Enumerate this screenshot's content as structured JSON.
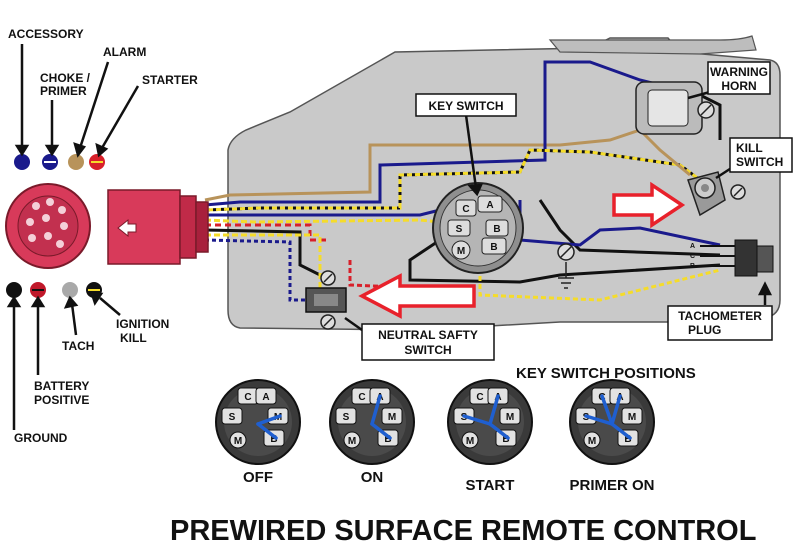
{
  "title": "PREWIRED SURFACE REMOTE CONTROL",
  "connector_labels": {
    "accessory": "ACCESSORY",
    "choke_primer_line1": "CHOKE /",
    "choke_primer_line2": "PRIMER",
    "alarm": "ALARM",
    "starter": "STARTER",
    "ignition_kill_line1": "IGNITION",
    "ignition_kill_line2": "KILL",
    "tach": "TACH",
    "battery_positive_line1": "BATTERY",
    "battery_positive_line2": "POSITIVE",
    "ground": "GROUND"
  },
  "component_labels": {
    "key_switch": "KEY SWITCH",
    "warning_horn_line1": "WARNING",
    "warning_horn_line2": "HORN",
    "kill_switch_line1": "KILL",
    "kill_switch_line2": "SWITCH",
    "tachometer_plug_line1": "TACHOMETER",
    "tachometer_plug_line2": "PLUG",
    "neutral_safety_line1": "NEUTRAL SAFTY",
    "neutral_safety_line2": "SWITCH"
  },
  "tach_wire_letters": [
    "A",
    "C",
    "B"
  ],
  "terminal_letters": {
    "a": "A",
    "c": "C",
    "s": "S",
    "m": "M",
    "b": "B",
    "m_circle": "M"
  },
  "key_switch_positions": {
    "heading": "KEY SWITCH POSITIONS",
    "positions": [
      {
        "label": "OFF",
        "connected": [
          "B",
          "M"
        ]
      },
      {
        "label": "ON",
        "connected": [
          "A",
          "B"
        ]
      },
      {
        "label": "START",
        "connected": [
          "A",
          "B",
          "S"
        ]
      },
      {
        "label": "PRIMER ON",
        "connected": [
          "A",
          "B",
          "S",
          "C"
        ]
      }
    ]
  },
  "colors": {
    "accessory": "#1a1a8c",
    "choke_primer": "#1a1a8c",
    "alarm": "#b8935a",
    "starter": "#d8202a",
    "ground": "#111111",
    "battery": "#c0182a",
    "tach": "#a9a9a9",
    "ignition_kill": "#111111",
    "plug_red": "#d83a5a",
    "panel_gray": "#c9c9c9",
    "arrow_red": "#e8212b"
  }
}
